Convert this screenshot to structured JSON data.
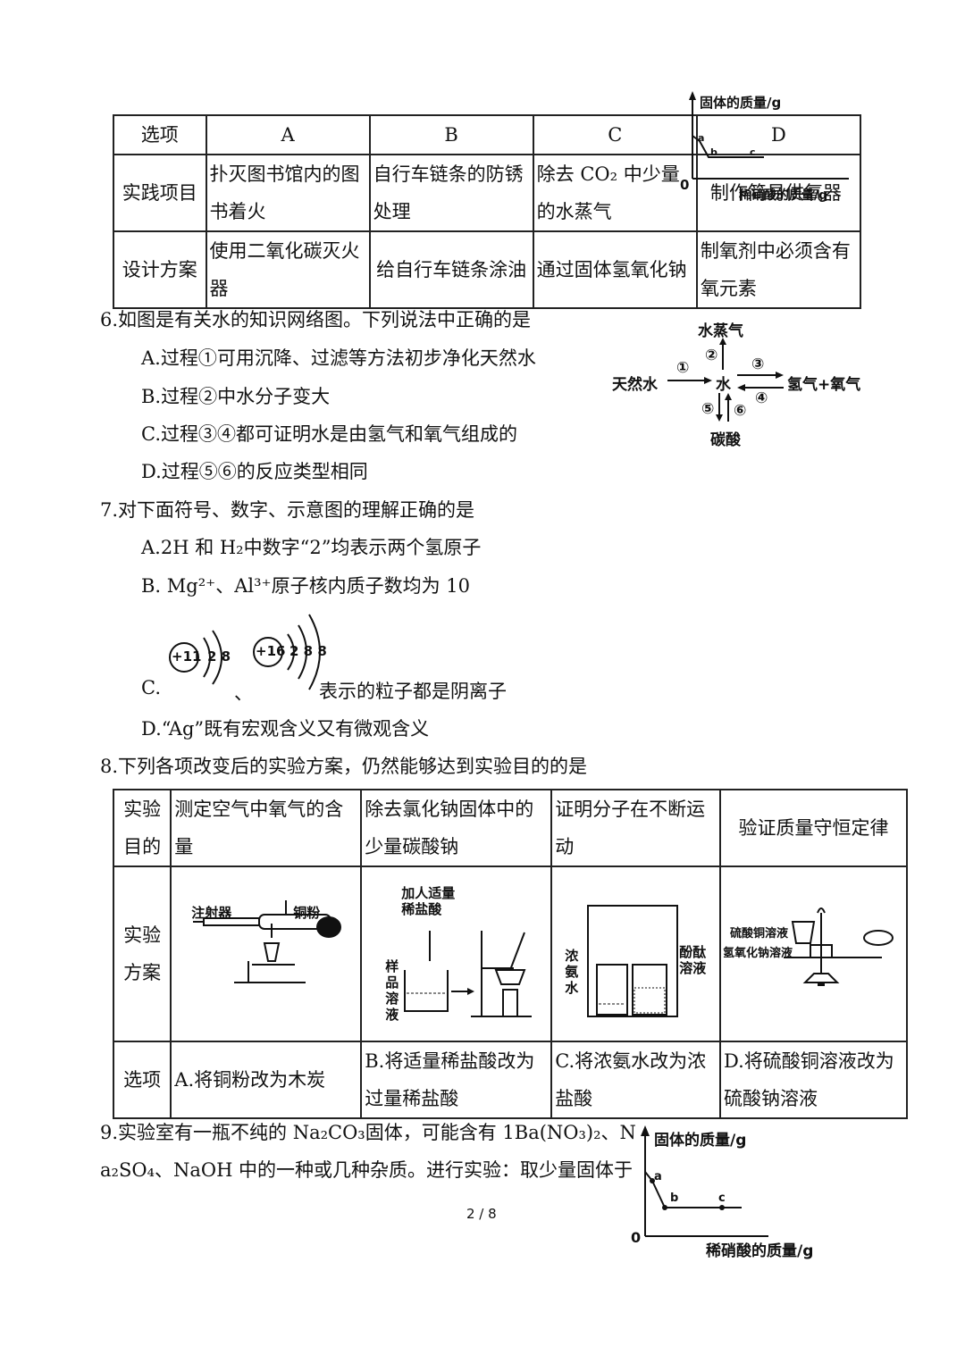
{
  "table1": {
    "header": [
      "选项",
      "A",
      "B",
      "C",
      "D"
    ],
    "rows": [
      {
        "label": "实践项目",
        "cells": [
          "扑灭图书馆内的图书着火",
          "自行车链条的防锈处理",
          "除去 CO₂ 中少量的水蒸气",
          "制作简易供氧器"
        ]
      },
      {
        "label": "设计方案",
        "cells": [
          "使用二氧化碳灭火器",
          "给自行车链条涂油",
          "通过固体氢氧化钠",
          "制氧剂中必须含有氧元素"
        ]
      }
    ]
  },
  "graph_small": {
    "ylabel": "固体的质量/g",
    "xlabel": "稀硝酸的质量/g",
    "origin": "0",
    "points": [
      "a",
      "b",
      "c"
    ]
  },
  "q6": {
    "stem": "6.如图是有关水的知识网络图。下列说法中正确的是",
    "options": [
      "A.过程①可用沉降、过滤等方法初步净化天然水",
      "B.过程②中水分子变大",
      "C.过程③④都可证明水是由氢气和氧气组成的",
      "D.过程⑤⑥的反应类型相同"
    ],
    "diagram": {
      "top": "水蒸气",
      "center": "水",
      "left": "天然水",
      "right": "氢气+氧气",
      "bottom": "碳酸",
      "n1": "①",
      "n2": "②",
      "n3": "③",
      "n4": "④",
      "n5": "⑤",
      "n6": "⑥"
    }
  },
  "q7": {
    "stem": "7.对下面符号、数字、示意图的理解正确的是",
    "optA": "A.2H 和 H₂中数字“2”均表示两个氢原子",
    "optB": "B.  Mg²⁺、Al³⁺原子核内质子数均为 10",
    "optC_label": "C.",
    "optC_sep": "、",
    "optC_text": "表示的粒子都是阴离子",
    "optD": "D.“Ag”既有宏观含义又有微观含义",
    "atom1": {
      "nucleus": "+11",
      "shells": "2 8"
    },
    "atom2": {
      "nucleus": "+16",
      "shells": "2 8 8"
    }
  },
  "q8": {
    "stem": "8.下列各项改变后的实验方案，仍然能够达到实验目的的是",
    "row_labels": [
      "实验目的",
      "实验方案",
      "选项"
    ],
    "purposes": [
      "测定空气中氧气的含量",
      "除去氯化钠固体中的少量碳酸钠",
      "证明分子在不断运动",
      "验证质量守恒定律"
    ],
    "fig_labels": {
      "f1": [
        "注射器",
        "铜粉"
      ],
      "f2": [
        "加人适量稀盐酸",
        "样品溶液"
      ],
      "f3": [
        "浓氨水",
        "酚酞溶液"
      ],
      "f4": [
        "硫酸铜溶液",
        "氢氧化钠溶液"
      ]
    },
    "options": [
      "A.将铜粉改为木炭",
      "B.将适量稀盐酸改为过量稀盐酸",
      "C.将浓氨水改为浓盐酸",
      "D.将硫酸铜溶液改为硫酸钠溶液"
    ]
  },
  "q9": {
    "line1": "9.实验室有一瓶不纯的 Na₂CO₃固体，可能含有 1Ba(NO₃)₂、N",
    "line2": "a₂SO₄、NaOH 中的一种或几种杂质。进行实验：取少量固体于"
  },
  "graph_large": {
    "ylabel": "固体的质量/g",
    "xlabel": "稀硝酸的质量/g",
    "origin": "0",
    "points": [
      "a",
      "b",
      "c"
    ]
  },
  "page_number": "2 / 8"
}
